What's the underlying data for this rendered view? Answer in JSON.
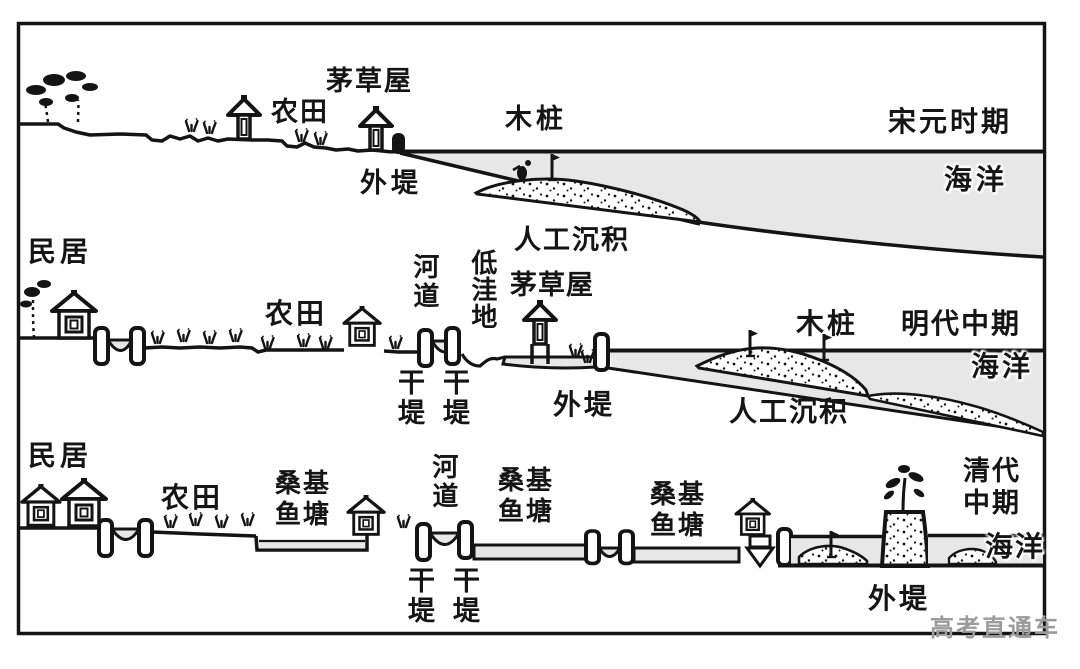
{
  "title_note": "Coastal reclamation evolution cross-sections",
  "colors": {
    "sea": "#e7e7e7",
    "ink": "#141414",
    "watermark": "#9b9b9b"
  },
  "watermark": "高考直通车",
  "sections": [
    {
      "id": "song-yuan",
      "period_label": "宋元时期",
      "sea_label": "海洋",
      "labels": {
        "thatched_hut": "茅草屋",
        "farmland": "农田",
        "outer_dike": "外堤",
        "wooden_piles": "木桩",
        "artificial_sediment": "人工沉积"
      }
    },
    {
      "id": "ming-mid",
      "period_label": "明代中期",
      "sea_label": "海洋",
      "labels": {
        "residence": "民居",
        "farmland": "农田",
        "river_channel": "河道",
        "low_lying_land": "低洼地",
        "thatched_hut": "茅草屋",
        "dry_dike": "干堤",
        "outer_dike": "外堤",
        "wooden_piles": "木桩",
        "artificial_sediment": "人工沉积"
      }
    },
    {
      "id": "qing-mid",
      "period_label": "清代中期",
      "sea_label": "海洋",
      "labels": {
        "residence": "民居",
        "farmland": "农田",
        "mulberry_fish_pond": "桑基鱼塘",
        "river_channel": "河道",
        "dry_dike": "干堤",
        "outer_dike": "外堤"
      }
    }
  ]
}
